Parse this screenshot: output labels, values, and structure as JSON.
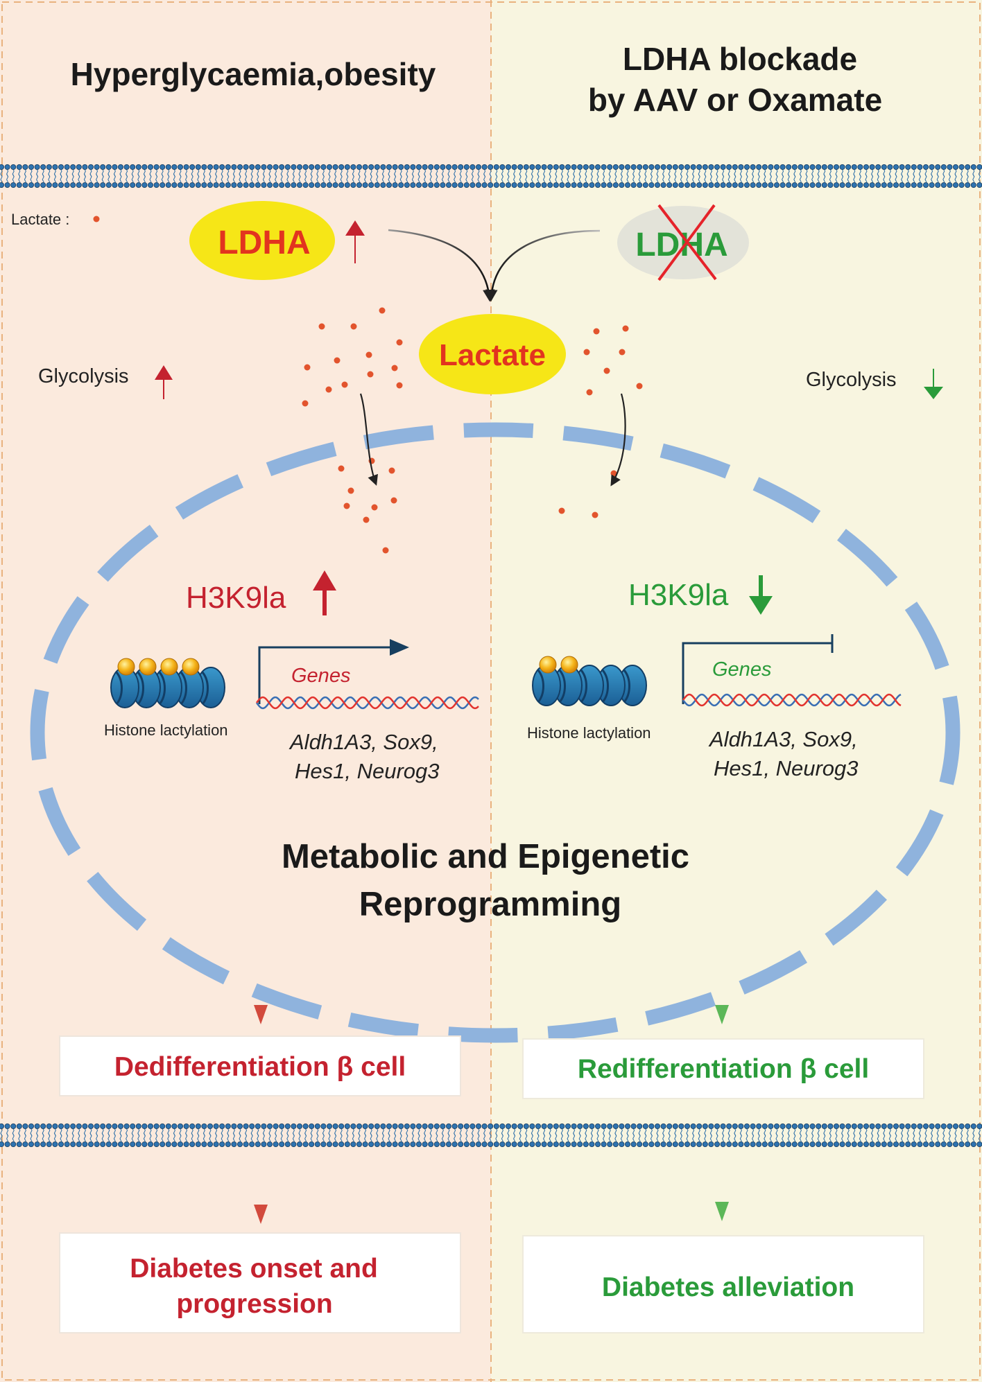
{
  "left": {
    "header": "Hyperglycaemia,obesity",
    "ldha_label": "LDHA",
    "glycolysis": "Glycolysis",
    "h3k9la": "H3K9la",
    "genes_label": "Genes",
    "histone_label": "Histone lactylation",
    "gene_list_line1": "Aldh1A3, Sox9,",
    "gene_list_line2": "Hes1,  Neurog3",
    "outcome_box": "Dedifferentiation β cell",
    "final_line1": "Diabetes onset and",
    "final_line2": "progression"
  },
  "right": {
    "header_line1": "LDHA blockade",
    "header_line2": "by AAV or  Oxamate",
    "ldha_label": "LDHA",
    "glycolysis": "Glycolysis",
    "h3k9la": "H3K9la",
    "genes_label": "Genes",
    "histone_label": "Histone lactylation",
    "gene_list_line1": "Aldh1A3, Sox9,",
    "gene_list_line2": "Hes1,  Neurog3",
    "outcome_box": "Redifferentiation β cell",
    "final_line1": "Diabetes alleviation"
  },
  "center": {
    "lactate_label": "Lactate",
    "legend_label": "Lactate :",
    "title_line1": "Metabolic and Epigenetic",
    "title_line2": "Reprogramming"
  },
  "colors": {
    "left_bg": "#fbeadd",
    "right_bg": "#f8f5e0",
    "red": "#c4222f",
    "green": "#2a9b3a",
    "lactate_dot": "#e2542d",
    "nucleus": "#8fb3dd",
    "ellipse_yellow": "#f6e617",
    "ldha_text": "#e2341f",
    "inactive_ellipse": "#e3e3d9",
    "gene_arrow": "#173f5f"
  }
}
